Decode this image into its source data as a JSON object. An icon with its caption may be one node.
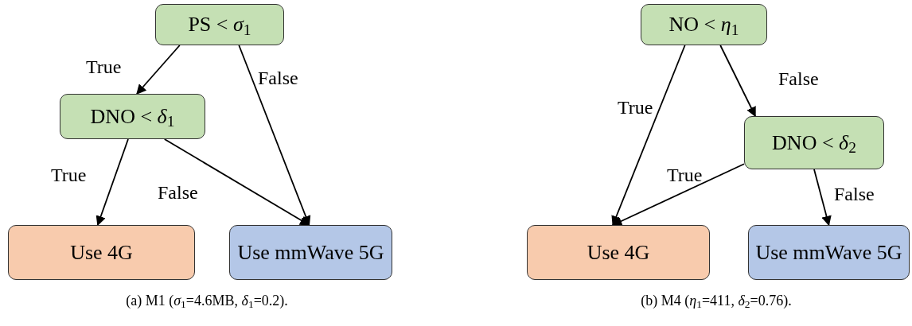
{
  "diagram": {
    "nodes": [
      {
        "text": [
          "PS < *σ*$_{1}$"
        ]
      },
      {
        "text": [
          "DNO < *δ*$_{1}$"
        ]
      },
      {
        "text": [
          "Use 4G"
        ]
      },
      {
        "text": [
          "Use mmWave 5G"
        ]
      },
      {
        "text": [
          "NO < *η*$_{1}$"
        ]
      },
      {
        "text": [
          "DNO < *δ*$_{2}$"
        ]
      },
      {
        "text": [
          "Use 4G"
        ]
      },
      {
        "text": [
          "Use mmWave 5G"
        ]
      }
    ],
    "edges": [
      {
        "from": 0,
        "to": 1,
        "arrow": "to",
        "label": "True"
      },
      {
        "from": 0,
        "to": 3,
        "arrow": "to",
        "label": "False"
      },
      {
        "from": 1,
        "to": 2,
        "arrow": "to",
        "label": "True"
      },
      {
        "from": 1,
        "to": 3,
        "arrow": "to",
        "label": "False"
      },
      {
        "from": 4,
        "to": 5,
        "arrow": "to",
        "label": "False"
      },
      {
        "from": 4,
        "to": 6,
        "arrow": "to",
        "label": "True"
      },
      {
        "from": 5,
        "to": 6,
        "arrow": "to",
        "label": "True"
      },
      {
        "from": 5,
        "to": 7,
        "arrow": "to",
        "label": "False"
      }
    ],
    "labels": [
      "(a) M1 (*σ*$_{1}$=4.6MB, *δ*$_{1}$=0.2).",
      "(b) M4 (*η*$_{1}$=411, *δ*$_{2}$=0.76)."
    ]
  }
}
